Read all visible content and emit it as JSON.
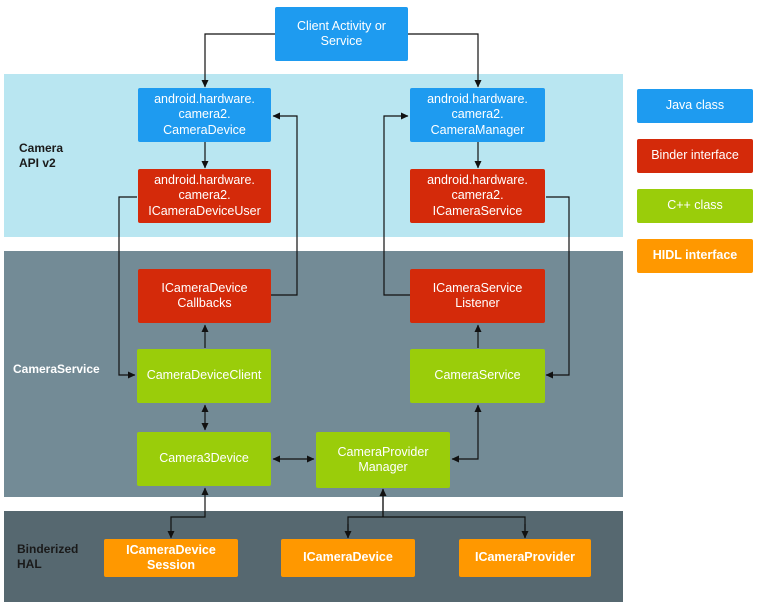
{
  "colors": {
    "java": "#1e9bf0",
    "binder": "#d42a0a",
    "cpp": "#9acd0a",
    "hidl": "#ff9800",
    "band_camera_api": "#b9e6f1",
    "band_camera_service": "#738b96",
    "band_hal": "#566870"
  },
  "bands": {
    "camera_api": "Camera\nAPI v2",
    "camera_service": "CameraService",
    "hal": "Binderized\nHAL"
  },
  "boxes": {
    "client_activity": "Client Activity or\nService",
    "camera_device": "android.hardware.\ncamera2.\nCameraDevice",
    "camera_manager": "android.hardware.\ncamera2.\nCameraManager",
    "icamera_device_user": "android.hardware.\ncamera2.\nICameraDeviceUser",
    "icamera_service": "android.hardware.\ncamera2.\nICameraService",
    "icamera_device_callbacks": "ICameraDevice\nCallbacks",
    "icamera_service_listener": "ICameraService\nListener",
    "camera_device_client": "CameraDeviceClient",
    "camera_service": "CameraService",
    "camera3_device": "Camera3Device",
    "camera_provider_manager": "CameraProvider\nManager",
    "icamera_device_session": "ICameraDevice\nSession",
    "icamera_device": "ICameraDevice",
    "icamera_provider": "ICameraProvider"
  },
  "legend": {
    "java": "Java class",
    "binder": "Binder interface",
    "cpp": "C++ class",
    "hidl": "HIDL interface"
  }
}
